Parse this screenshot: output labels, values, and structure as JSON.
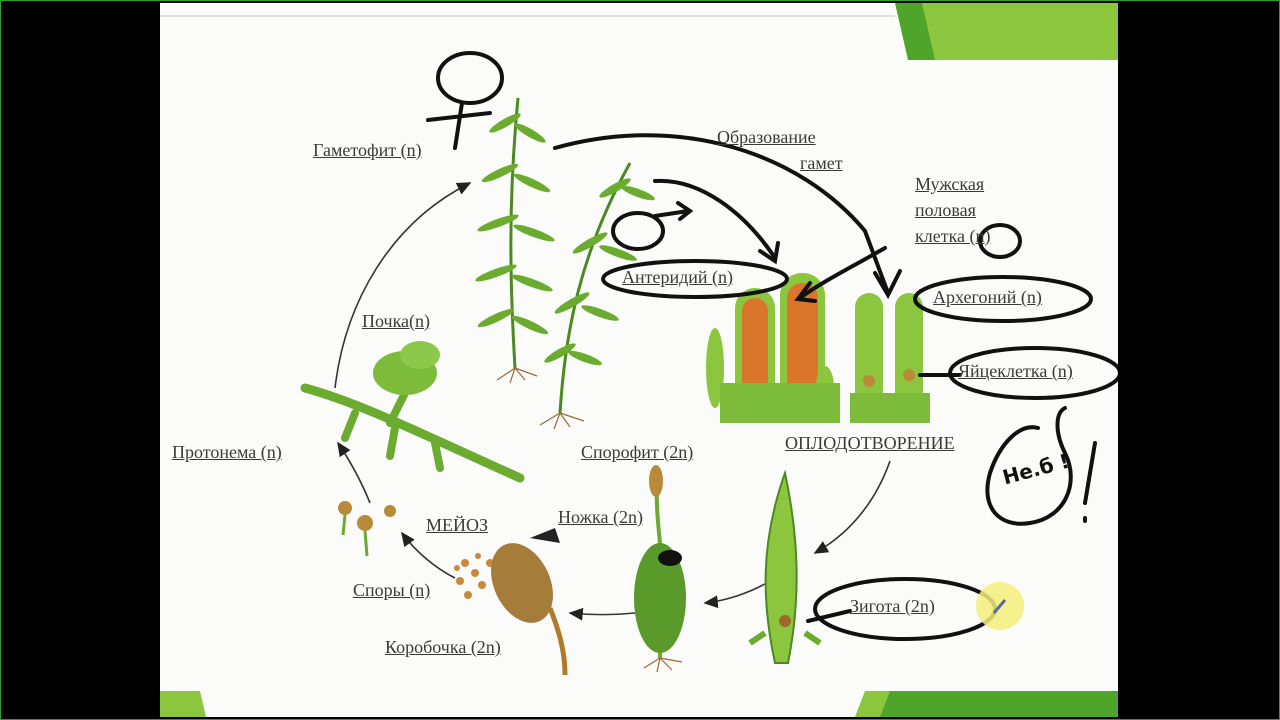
{
  "labels": {
    "gametophyte": "Гаметофит (n)",
    "gamete_formation_line1": "Образование",
    "gamete_formation_line2": "гамет",
    "male_cell_line1": "Мужская",
    "male_cell_line2": "половая",
    "male_cell_line3": "клетка (n)",
    "antheridium": "Антеридий (n)",
    "archegonium": "Архегоний (n)",
    "egg_cell": "Яйцеклетка (n)",
    "bud": "Почка(n)",
    "protonema": "Протонема (n)",
    "sporophyte": "Спорофит (2n)",
    "fertilization": "ОПЛОДОТВОРЕНИЕ",
    "stalk": "Ножка (2n)",
    "meiosis": "МЕЙОЗ",
    "spores": "Споры (n)",
    "capsule": "Коробочка (2n)",
    "zygote": "Зигота (2n)"
  },
  "annotations": {
    "handwritten_note": "Не.б !",
    "female_symbol": "♀",
    "male_symbol": "♂"
  },
  "colors": {
    "slide_bg": "#fbfbfa",
    "accent_green": "#8cc63f",
    "accent_dark_green": "#4fa52a",
    "plant_green": "#5a9a2a",
    "antheridium_orange": "#d9762b",
    "ink": "#111111",
    "highlight": "#f3ef7a"
  }
}
